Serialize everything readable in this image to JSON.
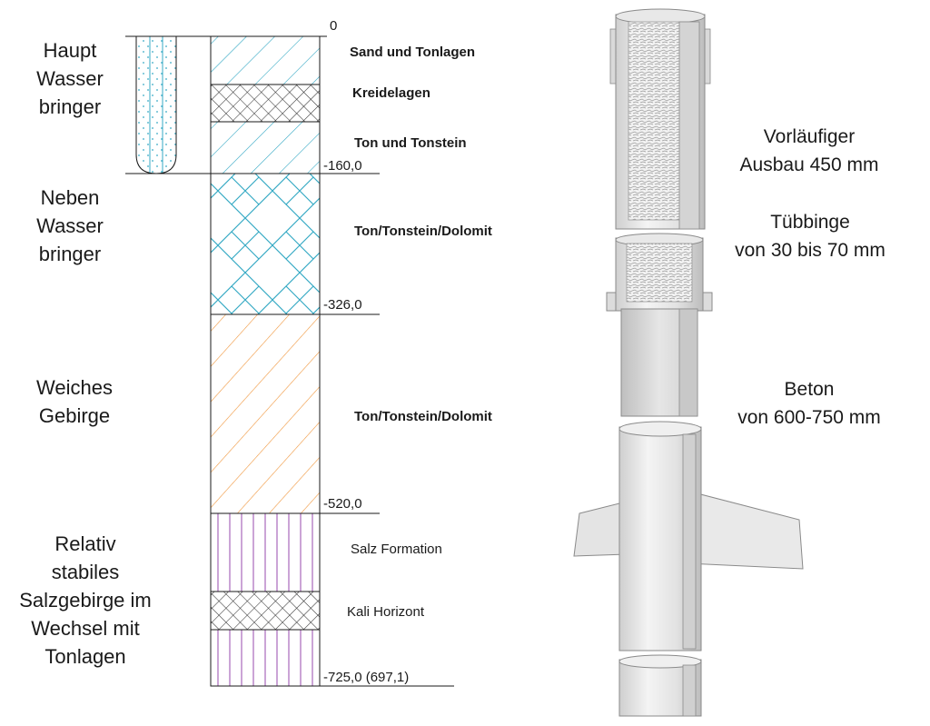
{
  "zones": [
    {
      "lines": [
        "Haupt",
        "Wasser",
        "bringer"
      ]
    },
    {
      "lines": [
        "Neben",
        "Wasser",
        "bringer"
      ]
    },
    {
      "lines": [
        "Weiches",
        "Gebirge"
      ]
    },
    {
      "lines": [
        "Relativ",
        "stabiles",
        "Salzgebirge im",
        "Wechsel mit",
        "Tonlagen"
      ]
    }
  ],
  "layers": [
    {
      "label": "Sand und Tonlagen",
      "bold": true
    },
    {
      "label": "Kreidelagen",
      "bold": true
    },
    {
      "label": "Ton und Tonstein",
      "bold": true
    },
    {
      "label": "Ton/Tonstein/Dolomit",
      "bold": true
    },
    {
      "label": "Ton/Tonstein/Dolomit",
      "bold": true
    },
    {
      "label": "Salz Formation",
      "bold": false
    },
    {
      "label": "Kali Horizont",
      "bold": false
    }
  ],
  "depths": [
    "0",
    "-160,0",
    "-326,0",
    "-520,0",
    "-725,0 (697,1)"
  ],
  "lining": [
    {
      "lines": [
        "Vorläufiger",
        "Ausbau 450 mm"
      ]
    },
    {
      "lines": [
        "Tübbinge",
        "von 30 bis 70 mm"
      ]
    },
    {
      "lines": [
        "Beton",
        "von 600-750 mm"
      ]
    }
  ],
  "colors": {
    "aquifer_main": "#35a9c4",
    "aquifer_secondary": "#35a9c4",
    "soft_rock": "#f0963c",
    "salt": "#a05ab4",
    "chalk": "#333333",
    "lines": "#1a1a1a"
  }
}
